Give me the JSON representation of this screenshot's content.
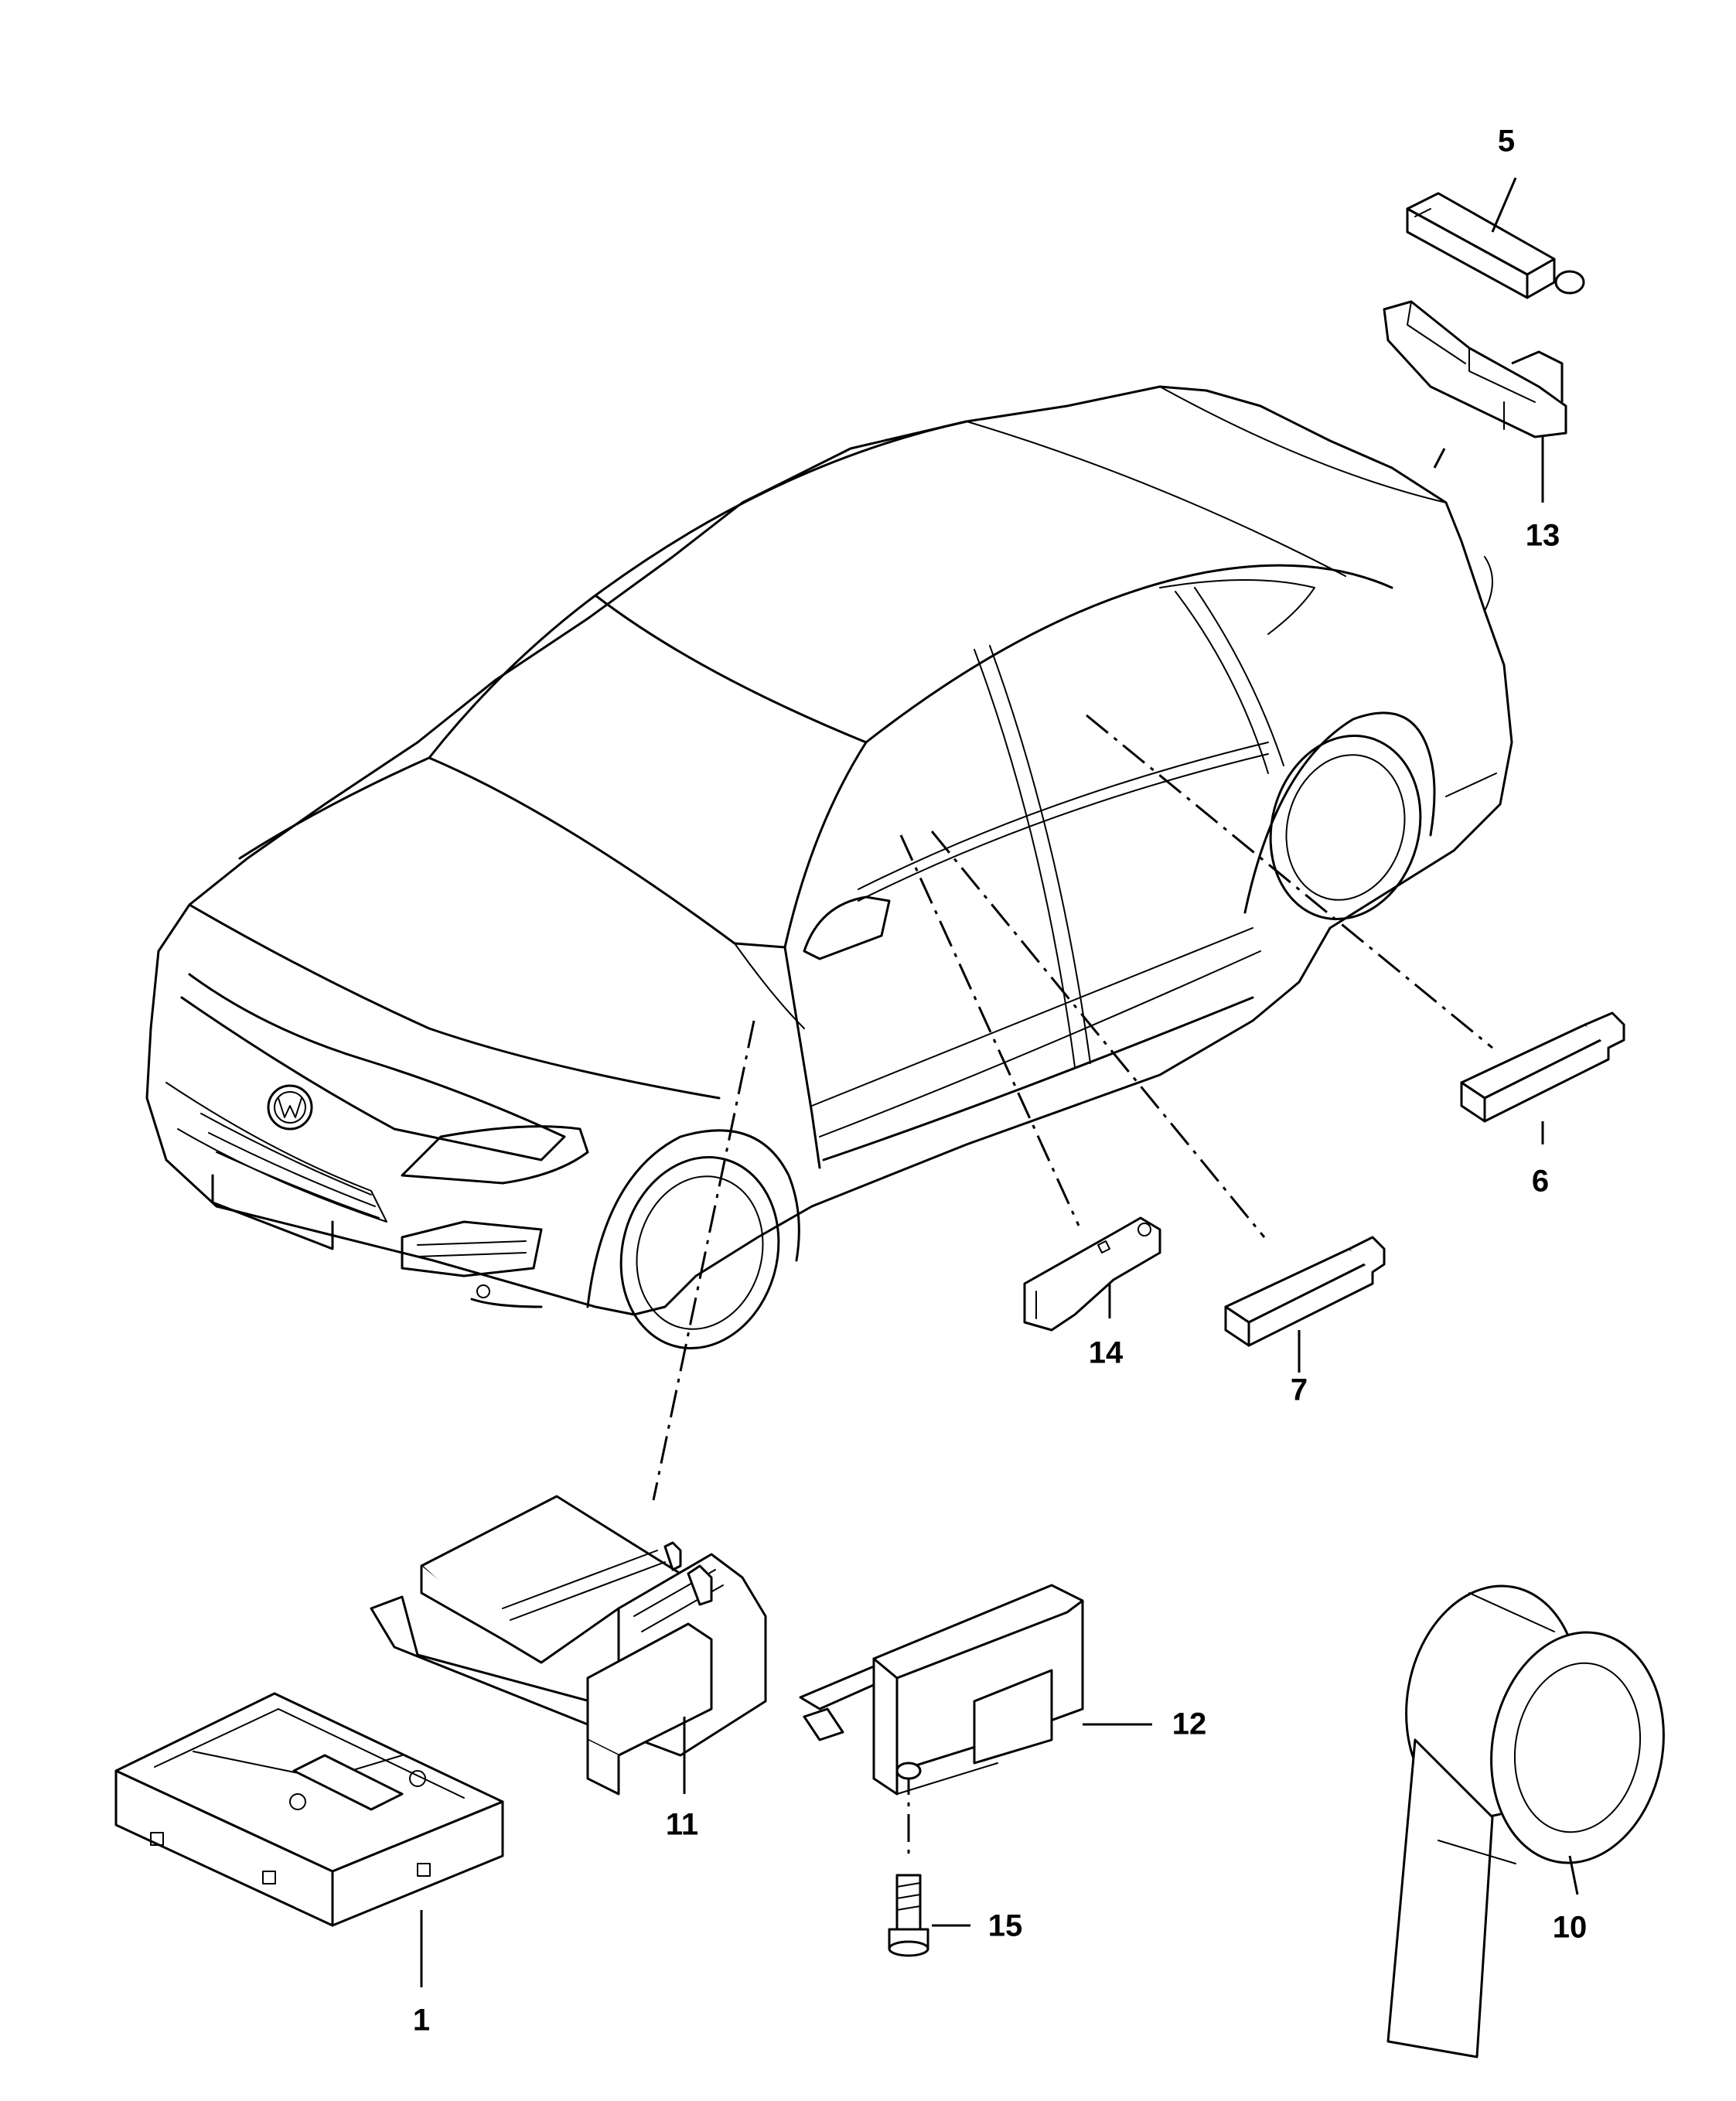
{
  "labels": {
    "part_1": "1",
    "part_5": "5",
    "part_6": "6",
    "part_7": "7",
    "part_10": "10",
    "part_11": "11",
    "part_12": "12",
    "part_13": "13",
    "part_14": "14",
    "part_15": "15"
  }
}
